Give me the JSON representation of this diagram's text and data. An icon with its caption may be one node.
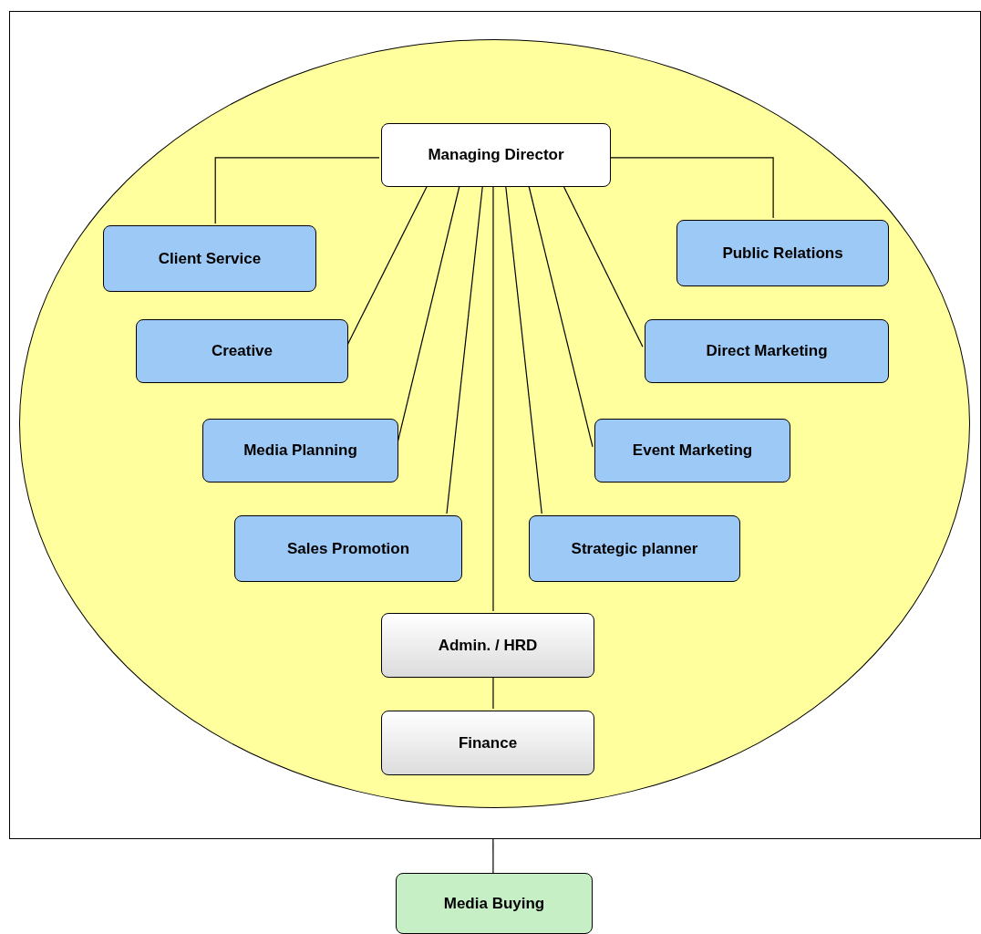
{
  "diagram": {
    "nodes": [
      {
        "text": [],
        "shape": "box"
      },
      {
        "text": [],
        "shape": "circle",
        "in": 0
      },
      {
        "text": [
          "Managing Director"
        ],
        "in": 1
      },
      {
        "text": [
          "Client Service"
        ],
        "in": 1
      },
      {
        "text": [
          "Public Relations"
        ],
        "in": 1
      },
      {
        "text": [
          "Creative"
        ],
        "in": 1
      },
      {
        "text": [
          "Direct Marketing"
        ],
        "in": 1
      },
      {
        "text": [
          "Media Planning"
        ],
        "in": 1
      },
      {
        "text": [
          "Event Marketing"
        ],
        "in": 1
      },
      {
        "text": [
          "Sales Promotion"
        ],
        "in": 1
      },
      {
        "text": [
          "Strategic planner"
        ],
        "in": 1
      },
      {
        "text": [
          "Admin. / HRD"
        ],
        "in": 1
      },
      {
        "text": [
          "Finance"
        ],
        "in": 1
      },
      {
        "text": [
          "Media Buying"
        ]
      }
    ],
    "edges": [
      {
        "from": 2,
        "to": 3,
        "arrow": "none"
      },
      {
        "from": 2,
        "to": 4,
        "arrow": "none"
      },
      {
        "from": 2,
        "to": 5,
        "arrow": "none"
      },
      {
        "from": 2,
        "to": 7,
        "arrow": "none"
      },
      {
        "from": 2,
        "to": 9,
        "arrow": "none"
      },
      {
        "from": 2,
        "to": 11,
        "arrow": "none"
      },
      {
        "from": 2,
        "to": 10,
        "arrow": "none"
      },
      {
        "from": 2,
        "to": 8,
        "arrow": "none"
      },
      {
        "from": 2,
        "to": 6,
        "arrow": "none"
      },
      {
        "from": 11,
        "to": 12,
        "arrow": "none"
      },
      {
        "from": 0,
        "to": 13,
        "arrow": "none"
      }
    ]
  }
}
